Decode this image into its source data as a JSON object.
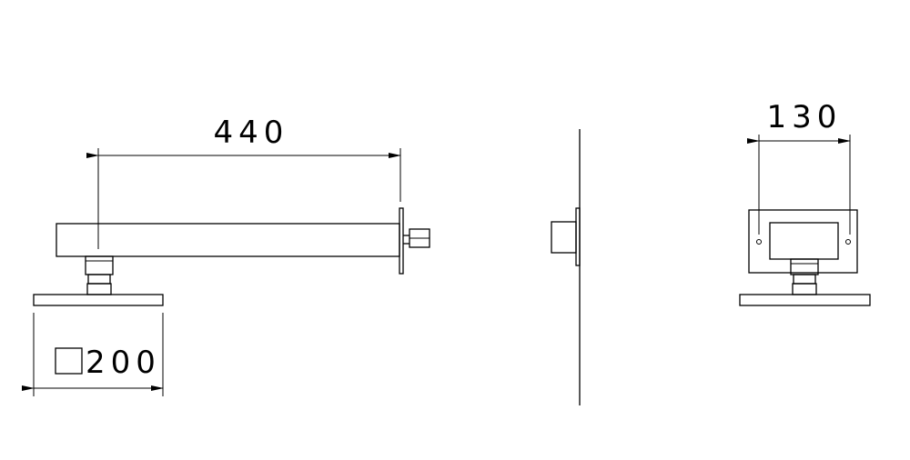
{
  "side_view": {
    "length_dimension": "440",
    "plate_dimension": "200"
  },
  "end_view": {
    "width_dimension": "130"
  },
  "colors": {
    "line": "#000000",
    "background": "#ffffff"
  }
}
